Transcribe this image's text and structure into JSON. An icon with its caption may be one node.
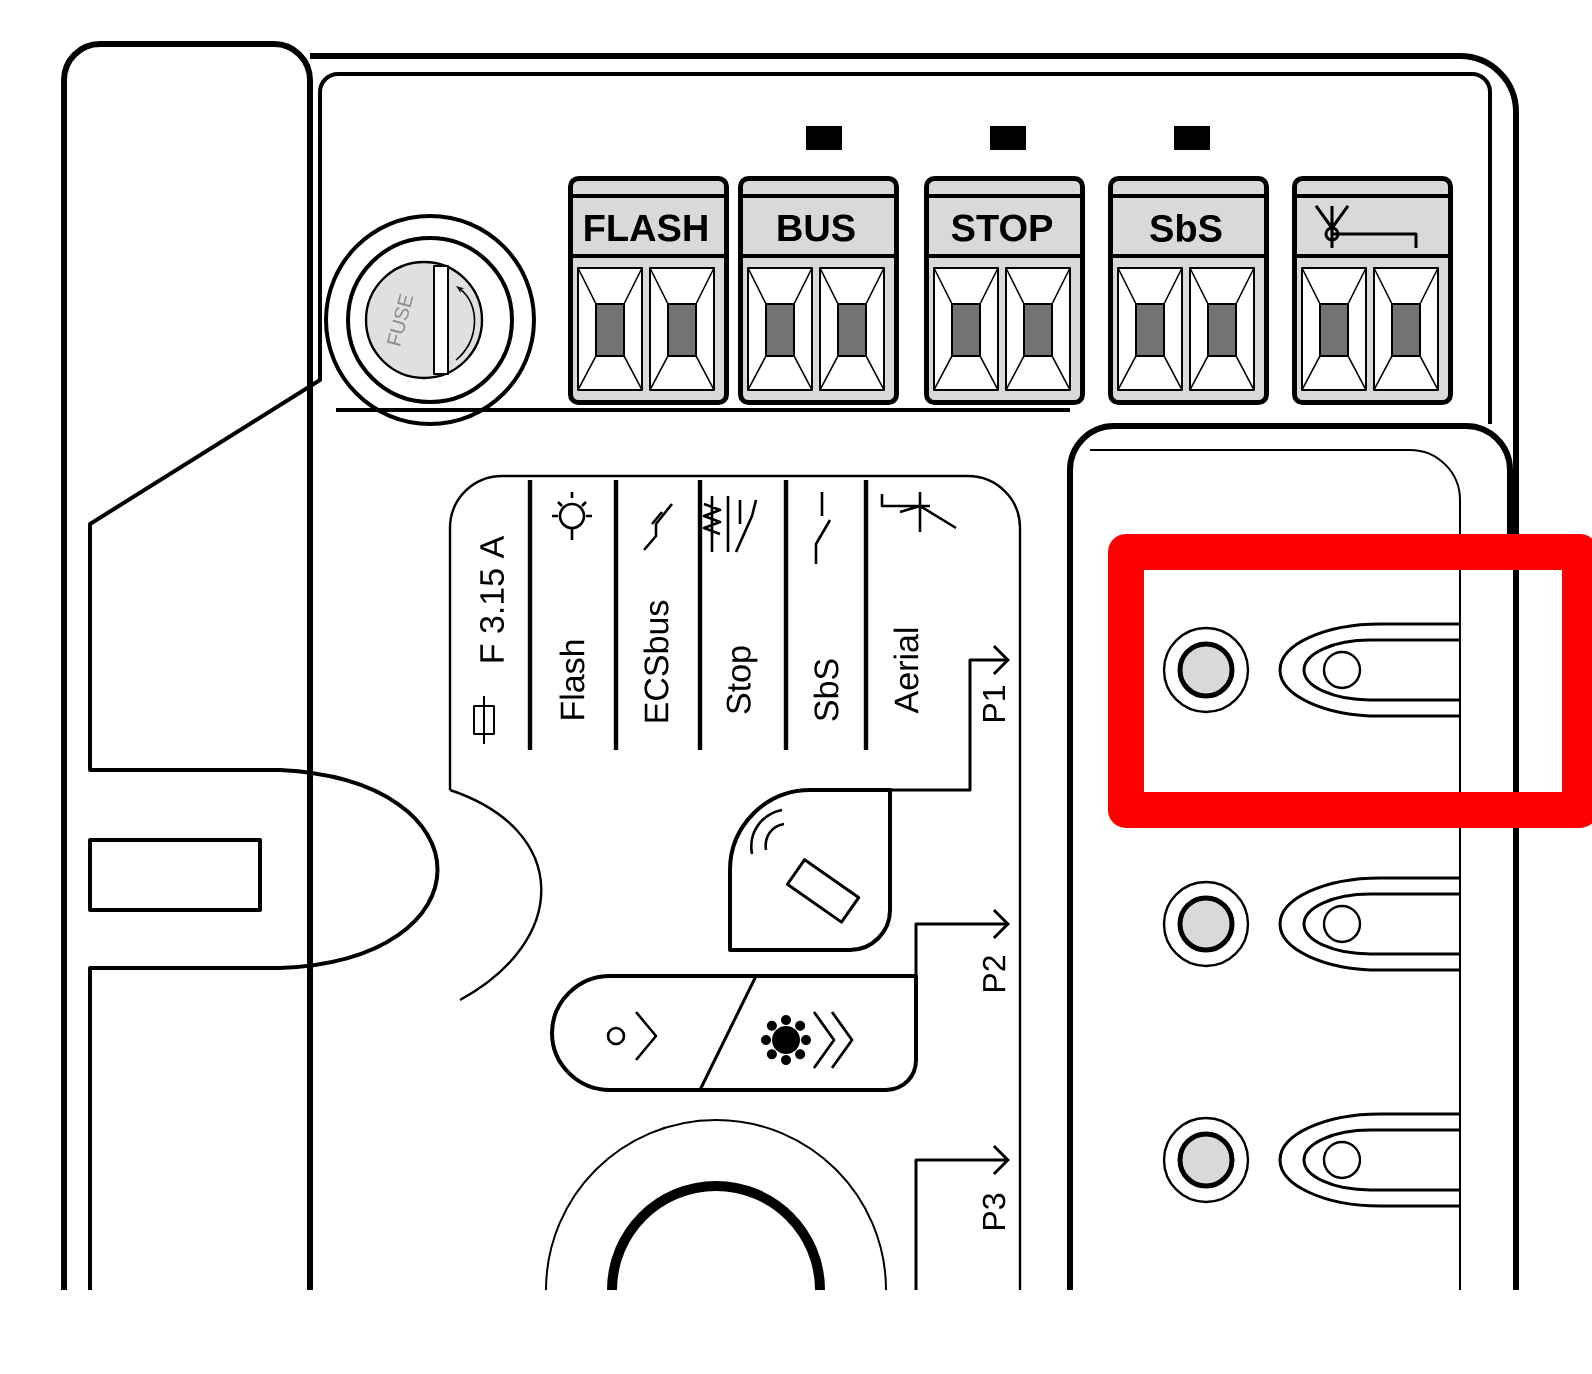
{
  "diagram": {
    "nodes": [
      {
        "text": [
          "FLASH"
        ]
      },
      {
        "text": [
          "BUS"
        ]
      },
      {
        "text": [
          "STOP"
        ]
      },
      {
        "text": [
          "SbS"
        ]
      },
      {
        "text": [],
        "shape": "box"
      },
      {
        "text": [
          "FUSE"
        ]
      },
      {
        "text": [],
        "shape": "box"
      }
    ],
    "labels": [
      "F 3.15 A",
      "Flash",
      "ECSbus",
      "Stop",
      "SbS",
      "Aerial",
      "P1",
      "P2",
      "P3"
    ]
  }
}
